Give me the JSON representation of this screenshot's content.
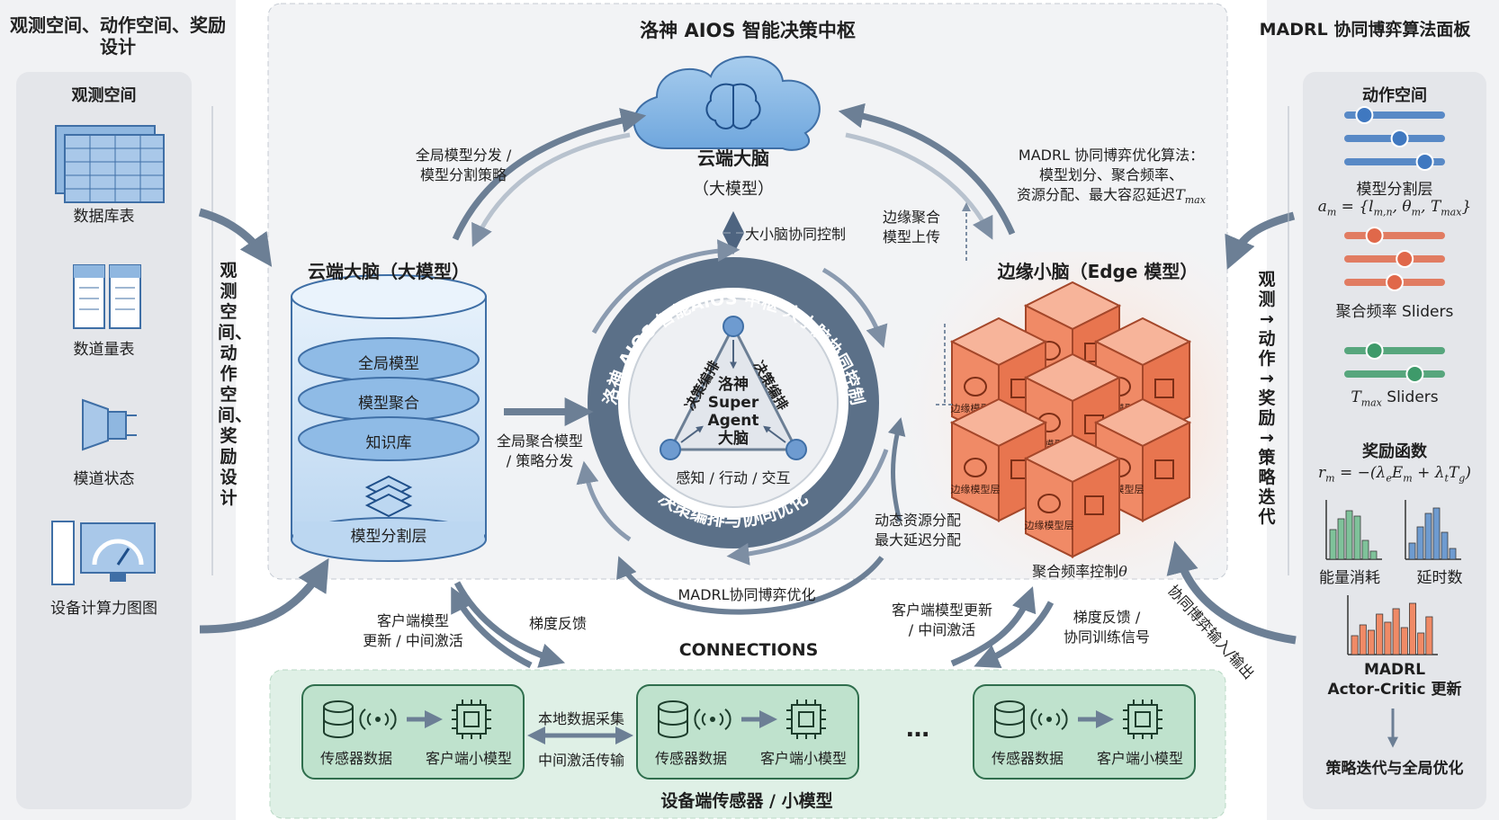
{
  "left_panel": {
    "title": "观测空间、动作空间、奖励设计",
    "section_title": "观测空间",
    "items": [
      {
        "icon": "database-table-icon",
        "label": "数据库表"
      },
      {
        "icon": "document-table-icon",
        "label": "数道量表"
      },
      {
        "icon": "signal-state-icon",
        "label": "模道状态"
      },
      {
        "icon": "device-gauge-icon",
        "label": "设备计算力图图"
      }
    ],
    "vertical_label": "观测空间、动作空间、奖励设计"
  },
  "center": {
    "title": "洛神 AIOS 智能决策中枢",
    "cloud": {
      "title": "云端大脑",
      "subtitle": "（大模型）",
      "icon": "brain-icon"
    },
    "cloud_brain": {
      "title": "云端大脑（大模型）",
      "layers": [
        "全局模型",
        "模型聚合",
        "知识库"
      ],
      "bottom_label": "模型分割层",
      "bottom_icon": "layers-icon"
    },
    "edge_brain": {
      "title": "边缘小脑（Edge 模型）",
      "cube_label": "边缘模型层",
      "freq_label": "聚合频率控制",
      "freq_symbol": "θ"
    },
    "ring": {
      "outer_text": "洛神 AIOS 智能AIOS 中枢  大小脑协同控制",
      "lower_text": "决策编排与协同优化",
      "agent_lines": [
        "洛神",
        "Super",
        "Agent",
        "大脑"
      ],
      "side_left": "决策编排",
      "side_right": "决策编排",
      "bottom": "感知 / 行动 / 交互"
    },
    "arrows": {
      "global_dist": [
        "全局模型分发 /",
        "模型分割策略"
      ],
      "madrl_algo": [
        "MADRL 协同博弈优化算法：",
        "模型划分、聚合频率、",
        "资源分配、最大容忍延迟"
      ],
      "madrl_tmax": "T",
      "madrl_tmax_sub": "max",
      "brain_control": "大小脑协同控制",
      "edge_upload": [
        "边缘聚合",
        "模型上传"
      ],
      "global_agg": [
        "全局聚合模型",
        "/ 策略分发"
      ],
      "dyn_res": [
        "动态资源分配",
        "最大延迟分配"
      ],
      "madrl_opt": "MADRL协同博弈优化",
      "client_update_l": [
        "客户端模型",
        "更新 / 中间激活"
      ],
      "grad_l": "梯度反馈",
      "client_update_r": [
        "客户端模型更新",
        "/ 中间激活"
      ],
      "grad_r": [
        "梯度反馈 /",
        "协同训练信号"
      ],
      "game_io": "协同博弈输入/输出"
    },
    "connections": "CONNECTIONS"
  },
  "devices": {
    "title": "设备端传感器 / 小模型",
    "groups": [
      {
        "sensor": "传感器数据",
        "model": "客户端小模型"
      },
      {
        "sensor": "传感器数据",
        "model": "客户端小模型"
      },
      {
        "sensor": "传感器数据",
        "model": "客户端小模型"
      }
    ],
    "between": [
      "本地数据采集",
      "中间激活传输"
    ],
    "ellipsis": "…"
  },
  "right_panel": {
    "title": "MADRL 协同博弈算法面板",
    "action_title": "动作空间",
    "model_layer_label": "模型分割层",
    "am_formula": "a_m = {l_m,n, θ_m, T_max}",
    "agg_label": "聚合频率 Sliders",
    "tmax_label": "Sliders",
    "reward_title": "奖励函数",
    "reward_formula": "r_m = −(λ_e E_m + λ_t T_g)",
    "energy_label": "能量消耗",
    "delay_label": "延时数",
    "ac_title": [
      "MADRL",
      "Actor-Critic 更新"
    ],
    "final": "策略迭代与全局优化",
    "vertical_label": "观测→动作→奖励→策略迭代",
    "slider_groups": [
      {
        "color": "#3f78c0",
        "levels": [
          0.2,
          0.55,
          0.8
        ]
      },
      {
        "color": "#e0684a",
        "levels": [
          0.3,
          0.6,
          0.5
        ]
      },
      {
        "color": "#3e9a6a",
        "levels": [
          0.3,
          0.7
        ]
      }
    ]
  },
  "bar_charts": {
    "energy": [
      0.55,
      0.75,
      0.9,
      0.8,
      0.35,
      0.15
    ],
    "delay": [
      0.3,
      0.6,
      0.85,
      0.95,
      0.5,
      0.2
    ],
    "actor_critic": [
      0.35,
      0.55,
      0.45,
      0.75,
      0.6,
      0.85,
      0.5,
      0.95,
      0.4,
      0.7
    ]
  },
  "colors": {
    "cloud_blue": "#7fb3e3",
    "edge_orange": "#f08a66",
    "device_green": "#d4ece0",
    "arrow_gray": "#6c7f95",
    "ring_dark": "#5b7088"
  }
}
